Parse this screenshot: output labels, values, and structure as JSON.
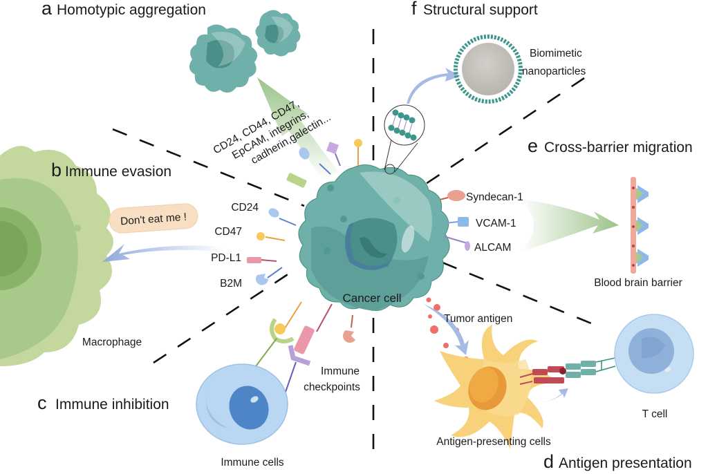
{
  "title": "Functions of cancer cell membrane proteins",
  "sections": {
    "a": {
      "letter": "a",
      "title": "Homotypic aggregation"
    },
    "b": {
      "letter": "b",
      "title": "Immune evasion"
    },
    "c": {
      "letter": "c",
      "title": "Immune inhibition"
    },
    "d": {
      "letter": "d",
      "title": "Antigen presentation"
    },
    "e": {
      "letter": "e",
      "title": "Cross-barrier migration"
    },
    "f": {
      "letter": "f",
      "title": "Structural support"
    }
  },
  "aggregation_markers": [
    "CD24,  CD44,  CD47,",
    "EpCAM,  integrins,",
    "cadherin,galectin..."
  ],
  "evasion_markers": [
    "CD24",
    "CD47",
    "PD-L1",
    "B2M"
  ],
  "speech_bubble": "Don't eat me !",
  "migration_markers": [
    "Syndecan-1",
    "VCAM-1",
    "ALCAM"
  ],
  "labels": {
    "cancer_cell": "Cancer cell",
    "macrophage": "Macrophage",
    "immune_cells": "Immune cells",
    "immune_checkpoints": [
      "Immune",
      "checkpoints"
    ],
    "tumor_antigen": "Tumor antigen",
    "antigen_presenting": "Antigen-presenting cells",
    "t_cell": "T cell",
    "bbb": "Blood brain barrier",
    "nanoparticles": [
      "Biomimetic",
      "nanoparticles"
    ]
  },
  "colors": {
    "cancer": "#6fb0aa",
    "cancer_dark": "#4a8f89",
    "macrophage": "#a9c98a",
    "immune": "#a9c9ea",
    "apc": "#f7d27a",
    "arrow_green": "#9bc388",
    "arrow_blue": "#8fa9dc"
  }
}
